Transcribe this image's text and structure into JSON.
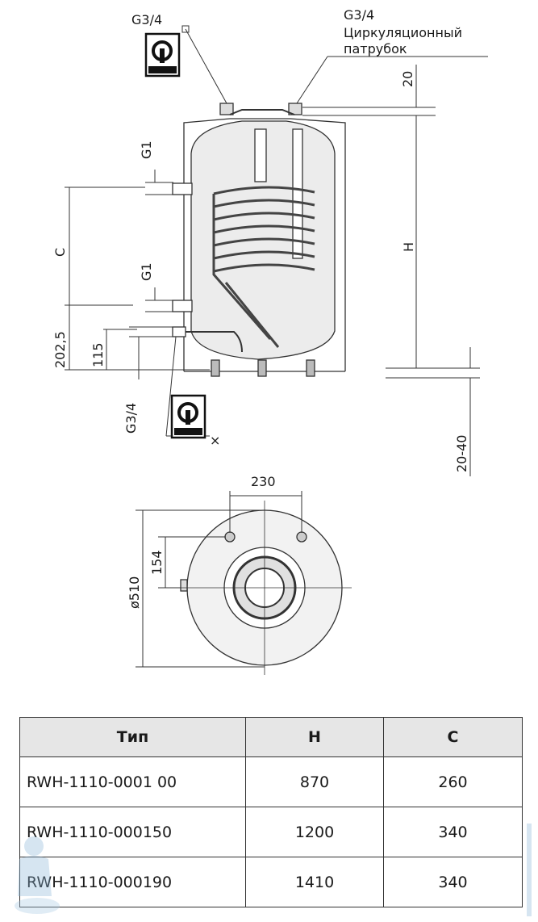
{
  "labels": {
    "g34_top_left": "G3/4",
    "g34_top_right": "G3/4",
    "circulation_line1": "Циркуляционный",
    "circulation_line2": "патрубок",
    "g1_upper": "G1",
    "g1_lower": "G1",
    "g34_bottom": "G3/4"
  },
  "dimensions": {
    "dim_20": "20",
    "dim_h": "H",
    "dim_c": "C",
    "dim_202_5": "202,5",
    "dim_115": "115",
    "dim_20_40": "20-40",
    "dim_230": "230",
    "dim_154": "154",
    "dim_d510": "ø510"
  },
  "table": {
    "headers": [
      "Тип",
      "H",
      "C"
    ],
    "rows": [
      [
        "RWH-1110-0001 00",
        "870",
        "260"
      ],
      [
        "RWH-1110-000150",
        "1200",
        "340"
      ],
      [
        "RWH-1110-000190",
        "1410",
        "340"
      ]
    ]
  },
  "colors": {
    "line": "#333333",
    "tank_fill": "#e9e9e9",
    "header_bg": "#e6e6e6"
  },
  "icons": [
    "outlet-symbol-icon",
    "inlet-symbol-icon",
    "plumber-watermark-icon"
  ]
}
